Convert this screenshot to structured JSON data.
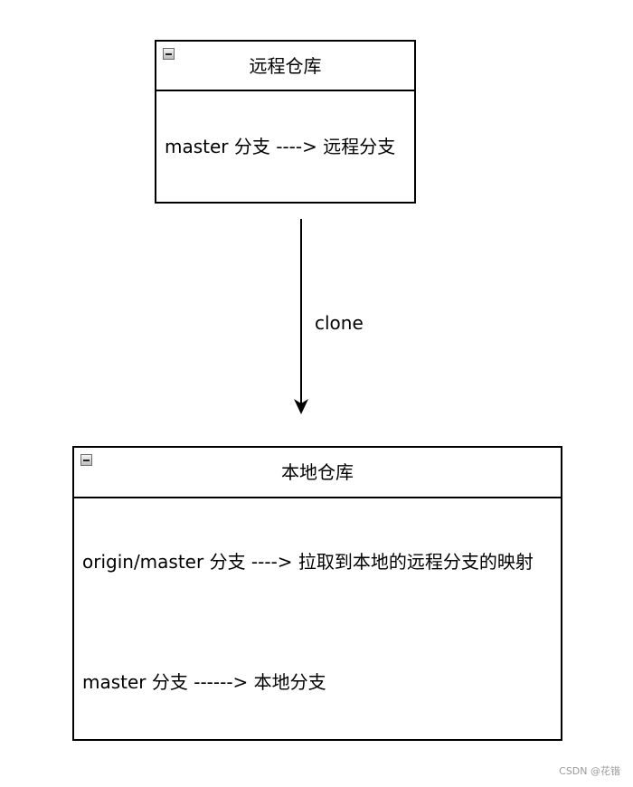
{
  "remote_repo": {
    "title": "远程仓库",
    "branch_line": "master 分支 ----> 远程分支"
  },
  "edge": {
    "label": "clone"
  },
  "local_repo": {
    "title": "本地仓库",
    "branch_lines": [
      "origin/master 分支 ----> 拉取到本地的远程分支的映射",
      "master 分支 ------>  本地分支"
    ]
  },
  "watermark": "CSDN @花锴",
  "colors": {
    "stroke": "#000000",
    "background": "#ffffff",
    "watermark": "#9a9a9a"
  },
  "icons": {
    "collapse_toggle": "minus-square-icon"
  }
}
